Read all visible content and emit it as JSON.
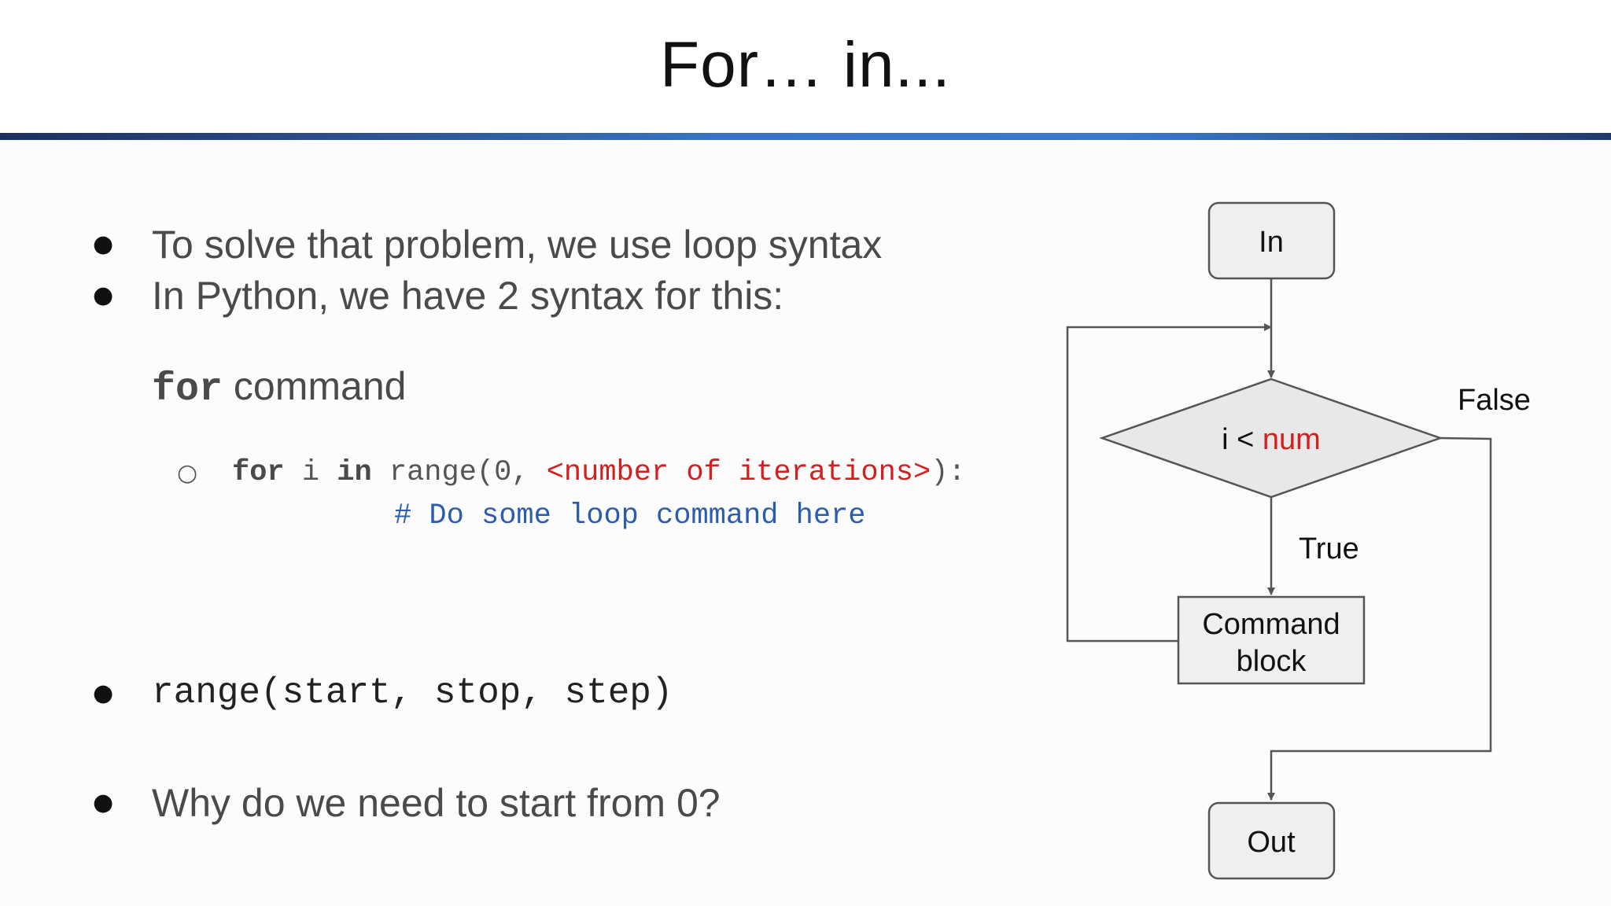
{
  "slide": {
    "title": "For… in..."
  },
  "bullets": {
    "b1": "To solve that problem, we use loop syntax",
    "b2": "In Python, we have 2 syntax for this:",
    "for_keyword": "for",
    "for_word": "command",
    "range_signature": "range(start, stop, step)",
    "question": "Why do we need to start from 0?"
  },
  "code": {
    "kw_for": "for",
    "var_i": " i ",
    "kw_in": "in",
    "range_open": " range(0, ",
    "placeholder": "<number of iterations>",
    "range_close": "):",
    "comment": "# Do some loop command here"
  },
  "flowchart": {
    "in_label": "In",
    "condition_prefix": "i < ",
    "condition_var": "num",
    "false_label": "False",
    "true_label": "True",
    "command_line1": "Command",
    "command_line2": "block",
    "out_label": "Out",
    "condition_var_color": "#d41f1f"
  }
}
